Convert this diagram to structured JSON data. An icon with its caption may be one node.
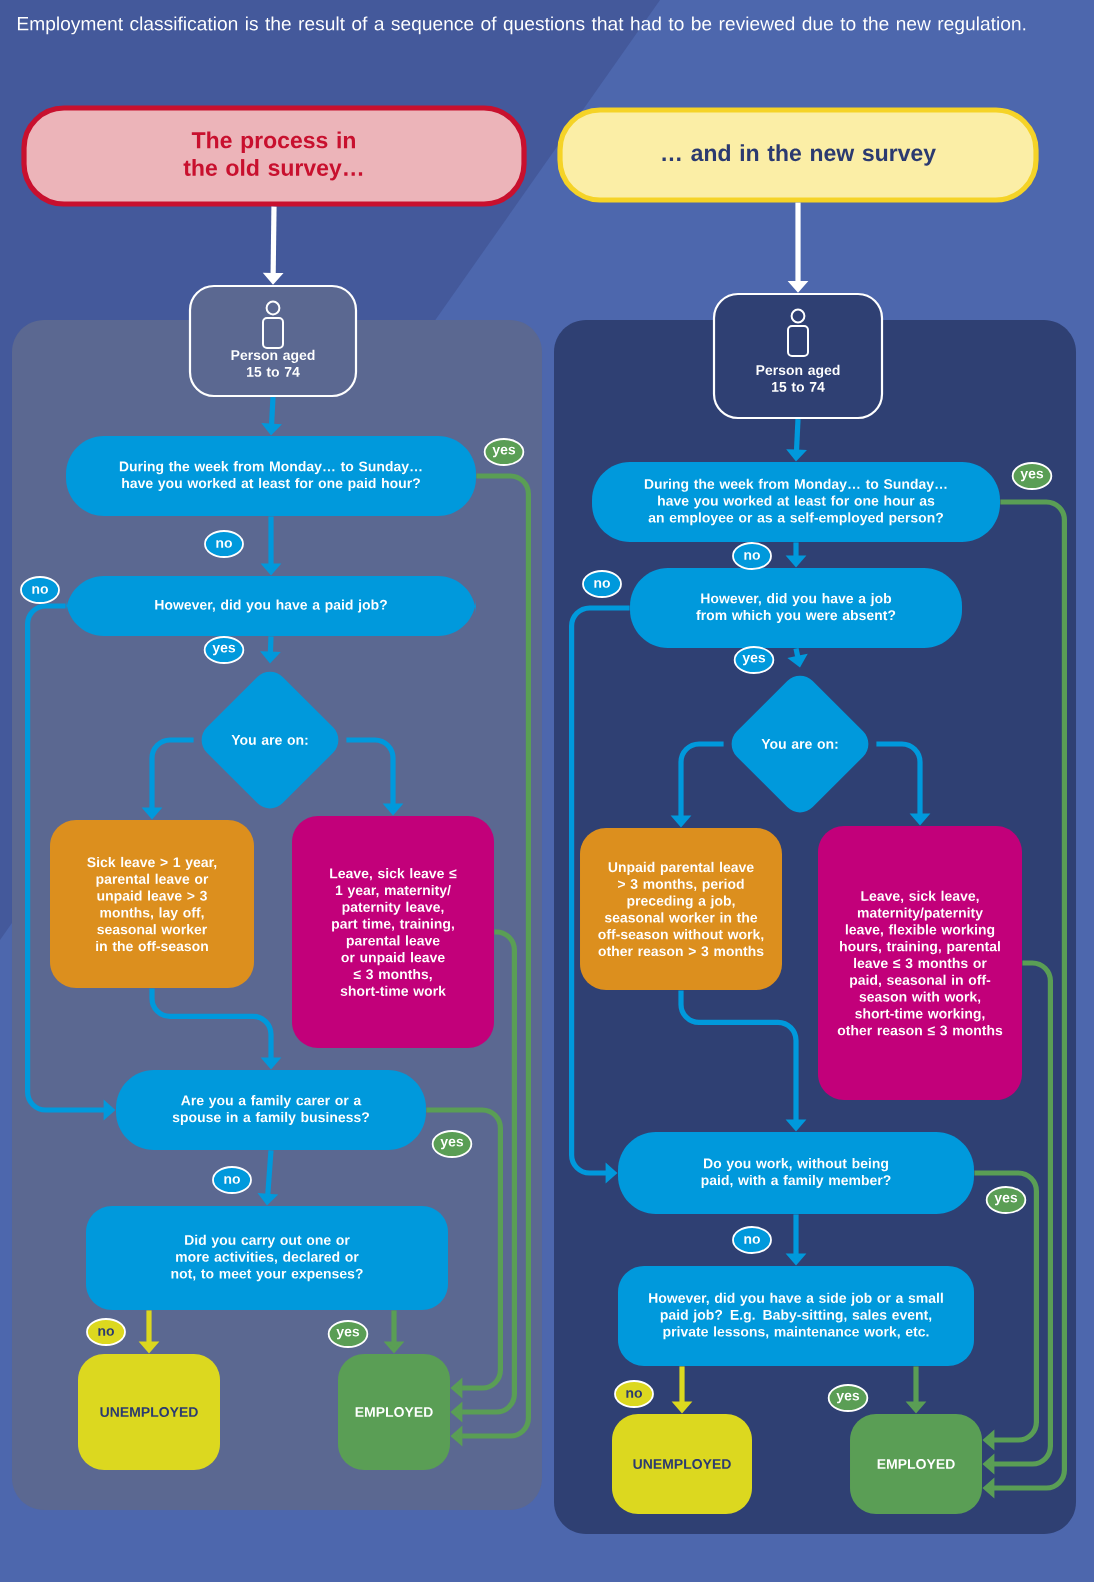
{
  "diagram": {
    "title": "Employment classification is the result of a sequence of questions that had to be reviewed due to the new regulation.",
    "nodes": [
      {
        "text": [
          "The process in the old survey…"
        ]
      },
      {
        "text": [
          "… and in the new survey"
        ]
      },
      {
        "text": [],
        "shape": "box"
      },
      {
        "text": [
          "Person aged 15 to 74"
        ]
      },
      {
        "text": [
          "During the week from Monday… to Sunday… have you worked at least for one paid hour?"
        ],
        "in": 2
      },
      {
        "text": [
          "However, did you have a paid job?"
        ],
        "in": 2
      },
      {
        "text": [
          "You are on:"
        ],
        "in": 2
      },
      {
        "text": [
          "Sick leave > 1 year, parental leave or unpaid leave > 3 months, lay off, seasonal worker in the off-season"
        ],
        "in": 2
      },
      {
        "text": [
          "Leave, sick leave ≤ 1 year, maternity/ paternity leave, part time, training, parental leave or unpaid leave ≤ 3 months, short-time work"
        ],
        "in": 2
      },
      {
        "text": [
          "Are you a family carer or a spouse in a family business?"
        ],
        "in": 2
      },
      {
        "text": [
          "Did you carry out one or more activities, declared or not, to meet your expenses?"
        ],
        "in": 2
      },
      {
        "text": [
          "UNEMPLOYED"
        ],
        "in": 2
      },
      {
        "text": [
          "EMPLOYED"
        ],
        "in": 2
      },
      {
        "text": [],
        "shape": "box"
      },
      {
        "text": [
          "Person aged 15 to 74"
        ]
      },
      {
        "text": [
          "During the week from Monday… to Sunday… have you worked at least for one hour as an employee or as a self-employed person?"
        ],
        "in": 13
      },
      {
        "text": [
          "However, did you have a job from which you were absent?"
        ],
        "in": 13
      },
      {
        "text": [
          "You are on:"
        ],
        "in": 13
      },
      {
        "text": [
          "Unpaid parental leave > 3 months, period preceding a job, seasonal worker in the off-season without work, other reason > 3 months"
        ],
        "in": 13
      },
      {
        "text": [
          "Leave, sick leave, maternity/paternity leave, flexible working hours, training, parental leave ≤ 3 months or paid, seasonal in off-season with work, short-time working, other reason ≤ 3 months"
        ],
        "in": 13
      },
      {
        "text": [
          "Do you work, without being paid, with a family member?"
        ],
        "in": 13
      },
      {
        "text": [
          "However, did you have a side job or a small paid job? E.g. Baby-sitting, sales event, private lessons, maintenance work, etc."
        ],
        "in": 13
      },
      {
        "text": [
          "UNEMPLOYED"
        ],
        "in": 13
      },
      {
        "text": [
          "EMPLOYED"
        ],
        "in": 13
      }
    ],
    "edges": [
      {
        "from": 0,
        "to": 3,
        "arrow": "to",
        "color": "#ffffff"
      },
      {
        "from": 3,
        "to": 4,
        "arrow": "to"
      },
      {
        "from": 4,
        "to": 5,
        "arrow": "to",
        "label": "no"
      },
      {
        "from": 4,
        "to": 12,
        "arrow": "to",
        "label": "yes",
        "color": "#5a9e55"
      },
      {
        "from": 5,
        "to": 6,
        "arrow": "to",
        "label": "yes"
      },
      {
        "from": 5,
        "to": 9,
        "arrow": "to",
        "label": "no"
      },
      {
        "from": 6,
        "to": 7,
        "arrow": "to"
      },
      {
        "from": 6,
        "to": 8,
        "arrow": "to"
      },
      {
        "from": 7,
        "to": 9,
        "arrow": "to"
      },
      {
        "from": 8,
        "to": 12,
        "arrow": "to",
        "color": "#5a9e55"
      },
      {
        "from": 9,
        "to": 10,
        "arrow": "to",
        "label": "no"
      },
      {
        "from": 9,
        "to": 12,
        "arrow": "to",
        "label": "yes",
        "color": "#5a9e55"
      },
      {
        "from": 10,
        "to": 11,
        "arrow": "to",
        "label": "no",
        "color": "#dcd81f"
      },
      {
        "from": 10,
        "to": 12,
        "arrow": "to",
        "label": "yes",
        "color": "#5a9e55"
      },
      {
        "from": 1,
        "to": 14,
        "arrow": "to",
        "color": "#ffffff"
      },
      {
        "from": 14,
        "to": 15,
        "arrow": "to"
      },
      {
        "from": 15,
        "to": 16,
        "arrow": "to",
        "label": "no"
      },
      {
        "from": 15,
        "to": 23,
        "arrow": "to",
        "label": "yes",
        "color": "#5a9e55"
      },
      {
        "from": 16,
        "to": 17,
        "arrow": "to",
        "label": "yes"
      },
      {
        "from": 16,
        "to": 20,
        "arrow": "to",
        "label": "no"
      },
      {
        "from": 17,
        "to": 18,
        "arrow": "to"
      },
      {
        "from": 17,
        "to": 19,
        "arrow": "to"
      },
      {
        "from": 18,
        "to": 20,
        "arrow": "to"
      },
      {
        "from": 19,
        "to": 23,
        "arrow": "to",
        "color": "#5a9e55"
      },
      {
        "from": 20,
        "to": 21,
        "arrow": "to",
        "label": "no"
      },
      {
        "from": 20,
        "to": 23,
        "arrow": "to",
        "label": "yes",
        "color": "#5a9e55"
      },
      {
        "from": 21,
        "to": 22,
        "arrow": "to",
        "label": "no",
        "color": "#dcd81f"
      },
      {
        "from": 21,
        "to": 23,
        "arrow": "to",
        "label": "yes",
        "color": "#5a9e55"
      }
    ]
  }
}
